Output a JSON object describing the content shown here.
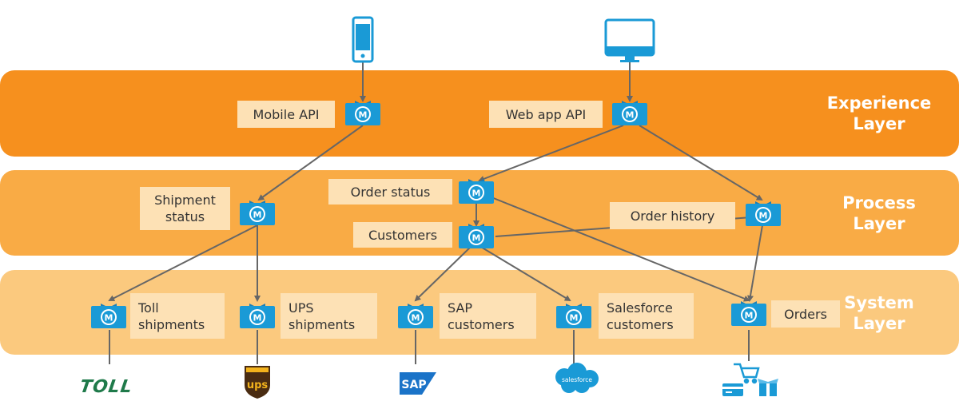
{
  "layers": {
    "experience": "Experience\nLayer",
    "process": "Process\nLayer",
    "system": "System\nLayer"
  },
  "apis": {
    "mobile_api": "Mobile API",
    "web_app_api": "Web app API",
    "shipment_status": "Shipment\nstatus",
    "order_status": "Order status",
    "customers": "Customers",
    "order_history": "Order history",
    "toll_shipments": "Toll\nshipments",
    "ups_shipments": "UPS\nshipments",
    "sap_customers": "SAP\ncustomers",
    "salesforce_customers": "Salesforce\ncustomers",
    "orders": "Orders"
  },
  "logos": {
    "toll": "TOLL",
    "ups": "ups",
    "sap": "SAP",
    "salesforce": "salesforce"
  },
  "colors": {
    "experience_band": "#f6901e",
    "process_band": "#f9ab45",
    "system_band": "#fbc97e",
    "label_bg": "#fde1b5",
    "api_blue": "#1a9ad6",
    "connector": "#666666"
  }
}
